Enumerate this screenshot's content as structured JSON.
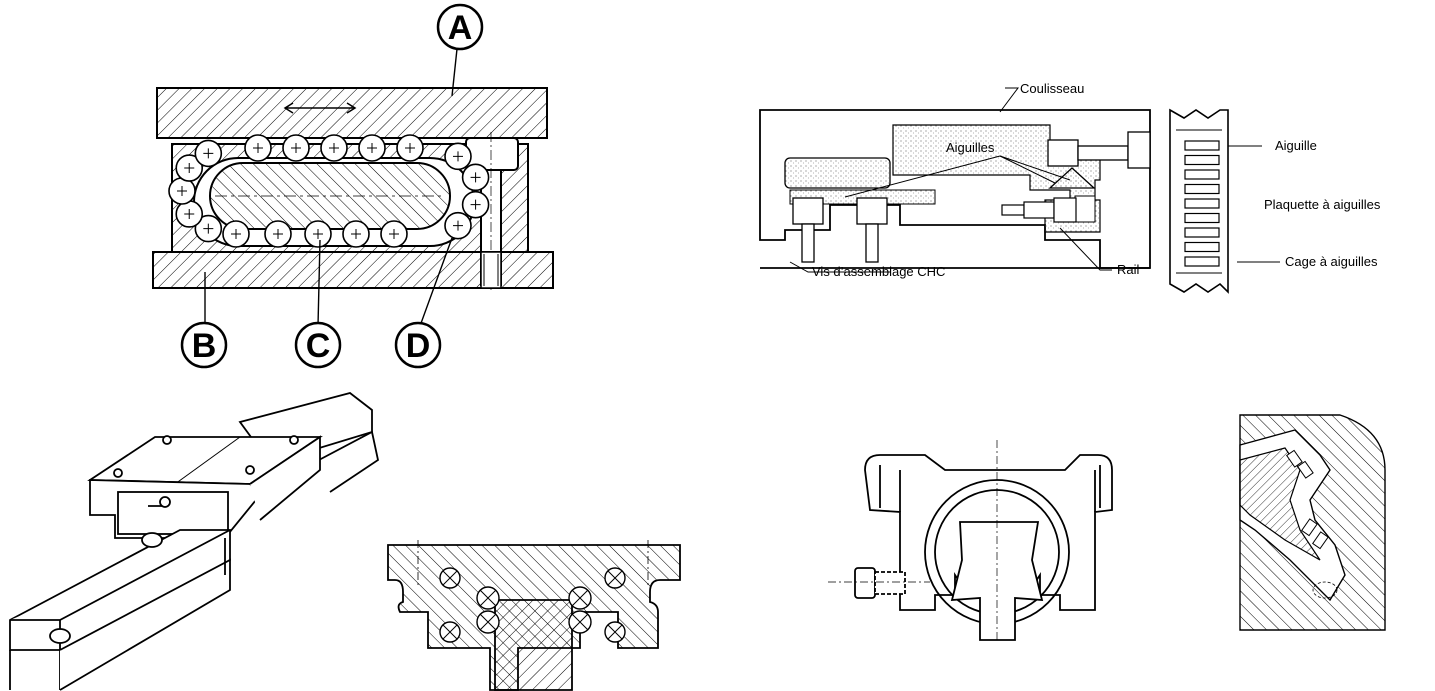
{
  "figure_a": {
    "callouts": {
      "a": "A",
      "b": "B",
      "c": "C",
      "d": "D"
    }
  },
  "figure_b": {
    "labels": {
      "coulisseau": "Coulisseau",
      "aiguilles": "Aiguilles",
      "vis": "Vis d’assemblage CHC",
      "rail": "Rail",
      "aiguille": "Aiguille",
      "plaquette": "Plaquette à aiguilles",
      "cage": "Cage à aiguilles"
    }
  },
  "colors": {
    "ink": "#000000",
    "paper": "#ffffff"
  }
}
